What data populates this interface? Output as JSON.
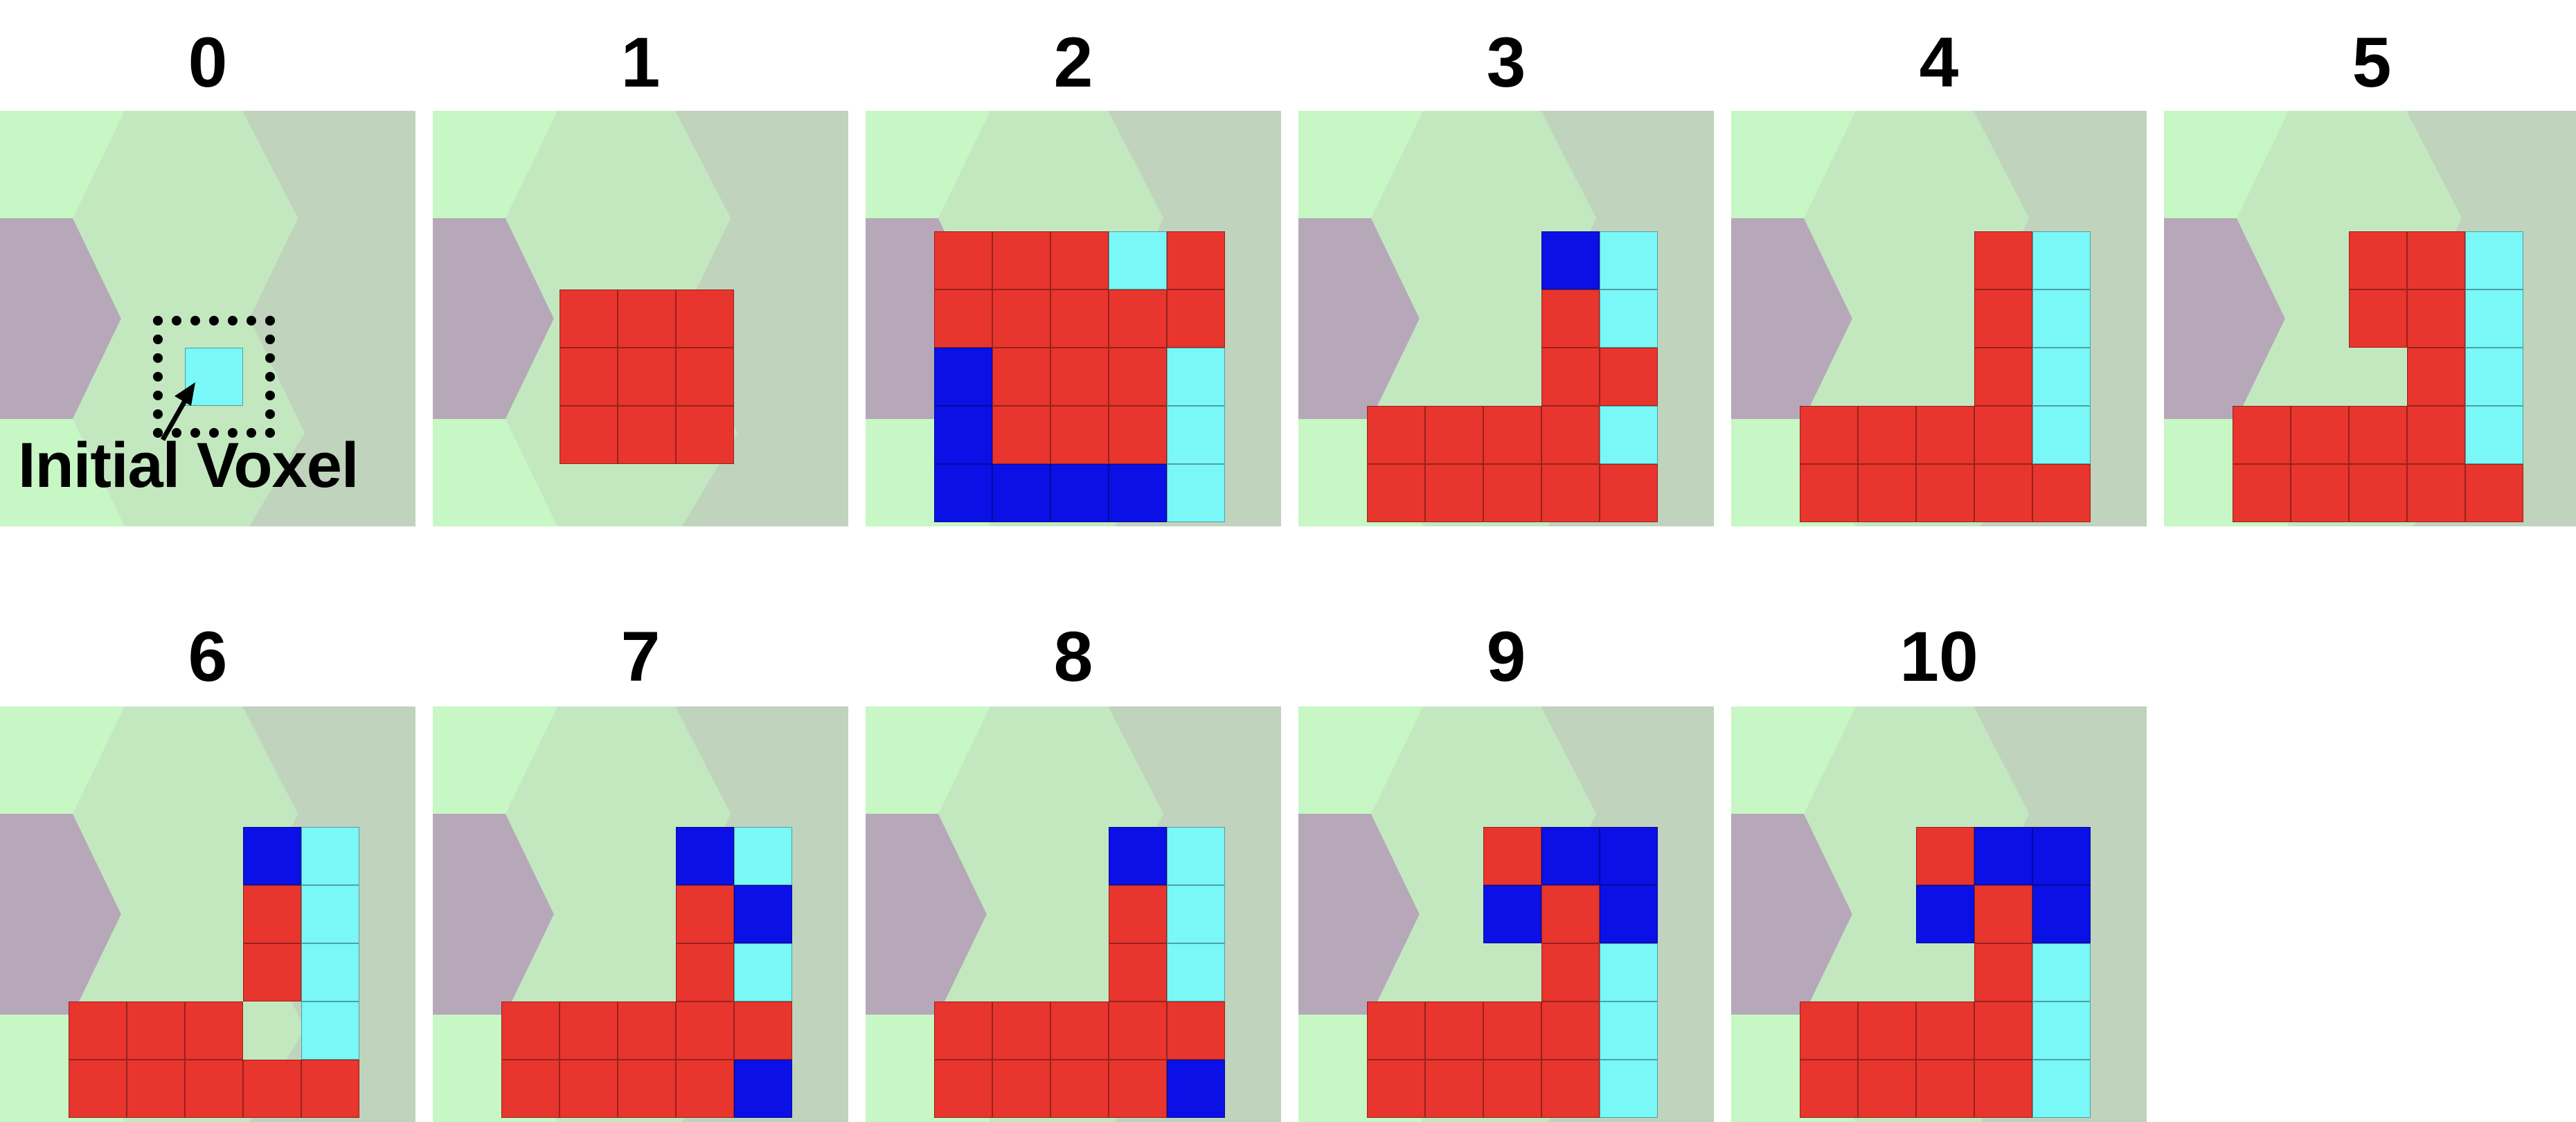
{
  "colors": {
    "red": "#e8352d",
    "cyan": "#7af7f7",
    "blue": "#0a10e6",
    "bg_light_green": "#c7f7c4",
    "bg_hex_center": "#c3e8c0",
    "bg_gray_green": "#c0d3bd",
    "bg_purple": "#b6a8b9"
  },
  "annotation": {
    "text": "Initial Voxel",
    "panel": 0
  },
  "panels": [
    {
      "label": "0",
      "cells": [
        [
          3,
          3,
          "c"
        ]
      ]
    },
    {
      "label": "1",
      "cells": [
        [
          2,
          2,
          "r"
        ],
        [
          3,
          2,
          "r"
        ],
        [
          4,
          2,
          "r"
        ],
        [
          2,
          3,
          "r"
        ],
        [
          3,
          3,
          "r"
        ],
        [
          4,
          3,
          "r"
        ],
        [
          2,
          4,
          "r"
        ],
        [
          3,
          4,
          "r"
        ],
        [
          4,
          4,
          "r"
        ]
      ]
    },
    {
      "label": "2",
      "cells": [
        [
          1,
          1,
          "r"
        ],
        [
          2,
          1,
          "r"
        ],
        [
          3,
          1,
          "r"
        ],
        [
          4,
          1,
          "c"
        ],
        [
          5,
          1,
          "r"
        ],
        [
          1,
          2,
          "r"
        ],
        [
          2,
          2,
          "r"
        ],
        [
          3,
          2,
          "r"
        ],
        [
          4,
          2,
          "r"
        ],
        [
          5,
          2,
          "r"
        ],
        [
          1,
          3,
          "b"
        ],
        [
          2,
          3,
          "r"
        ],
        [
          3,
          3,
          "r"
        ],
        [
          4,
          3,
          "r"
        ],
        [
          5,
          3,
          "c"
        ],
        [
          1,
          4,
          "b"
        ],
        [
          2,
          4,
          "r"
        ],
        [
          3,
          4,
          "r"
        ],
        [
          4,
          4,
          "r"
        ],
        [
          5,
          4,
          "c"
        ],
        [
          1,
          5,
          "b"
        ],
        [
          2,
          5,
          "b"
        ],
        [
          3,
          5,
          "b"
        ],
        [
          4,
          5,
          "b"
        ],
        [
          5,
          5,
          "c"
        ]
      ]
    },
    {
      "label": "3",
      "cells": [
        [
          4,
          1,
          "b"
        ],
        [
          5,
          1,
          "c"
        ],
        [
          4,
          2,
          "r"
        ],
        [
          5,
          2,
          "c"
        ],
        [
          4,
          3,
          "r"
        ],
        [
          5,
          3,
          "r"
        ],
        [
          1,
          4,
          "r"
        ],
        [
          2,
          4,
          "r"
        ],
        [
          3,
          4,
          "r"
        ],
        [
          4,
          4,
          "r"
        ],
        [
          5,
          4,
          "c"
        ],
        [
          1,
          5,
          "r"
        ],
        [
          2,
          5,
          "r"
        ],
        [
          3,
          5,
          "r"
        ],
        [
          4,
          5,
          "r"
        ],
        [
          5,
          5,
          "r"
        ]
      ]
    },
    {
      "label": "4",
      "cells": [
        [
          4,
          1,
          "r"
        ],
        [
          5,
          1,
          "c"
        ],
        [
          4,
          2,
          "r"
        ],
        [
          5,
          2,
          "c"
        ],
        [
          4,
          3,
          "r"
        ],
        [
          5,
          3,
          "c"
        ],
        [
          1,
          4,
          "r"
        ],
        [
          2,
          4,
          "r"
        ],
        [
          3,
          4,
          "r"
        ],
        [
          4,
          4,
          "r"
        ],
        [
          5,
          4,
          "c"
        ],
        [
          1,
          5,
          "r"
        ],
        [
          2,
          5,
          "r"
        ],
        [
          3,
          5,
          "r"
        ],
        [
          4,
          5,
          "r"
        ],
        [
          5,
          5,
          "r"
        ]
      ]
    },
    {
      "label": "5",
      "cells": [
        [
          3,
          1,
          "r"
        ],
        [
          4,
          1,
          "r"
        ],
        [
          5,
          1,
          "c"
        ],
        [
          3,
          2,
          "r"
        ],
        [
          4,
          2,
          "r"
        ],
        [
          5,
          2,
          "c"
        ],
        [
          4,
          3,
          "r"
        ],
        [
          5,
          3,
          "c"
        ],
        [
          1,
          4,
          "r"
        ],
        [
          2,
          4,
          "r"
        ],
        [
          3,
          4,
          "r"
        ],
        [
          4,
          4,
          "r"
        ],
        [
          5,
          4,
          "c"
        ],
        [
          1,
          5,
          "r"
        ],
        [
          2,
          5,
          "r"
        ],
        [
          3,
          5,
          "r"
        ],
        [
          4,
          5,
          "r"
        ],
        [
          5,
          5,
          "r"
        ]
      ]
    },
    {
      "label": "6",
      "cells": [
        [
          4,
          1,
          "b"
        ],
        [
          5,
          1,
          "c"
        ],
        [
          4,
          2,
          "r"
        ],
        [
          5,
          2,
          "c"
        ],
        [
          4,
          3,
          "r"
        ],
        [
          5,
          3,
          "c"
        ],
        [
          1,
          4,
          "r"
        ],
        [
          2,
          4,
          "r"
        ],
        [
          3,
          4,
          "r"
        ],
        [
          5,
          4,
          "c"
        ],
        [
          1,
          5,
          "r"
        ],
        [
          2,
          5,
          "r"
        ],
        [
          3,
          5,
          "r"
        ],
        [
          4,
          5,
          "r"
        ],
        [
          5,
          5,
          "r"
        ]
      ]
    },
    {
      "label": "7",
      "cells": [
        [
          4,
          1,
          "b"
        ],
        [
          5,
          1,
          "c"
        ],
        [
          4,
          2,
          "r"
        ],
        [
          5,
          2,
          "b"
        ],
        [
          4,
          3,
          "r"
        ],
        [
          5,
          3,
          "c"
        ],
        [
          1,
          4,
          "r"
        ],
        [
          2,
          4,
          "r"
        ],
        [
          3,
          4,
          "r"
        ],
        [
          4,
          4,
          "r"
        ],
        [
          5,
          4,
          "r"
        ],
        [
          1,
          5,
          "r"
        ],
        [
          2,
          5,
          "r"
        ],
        [
          3,
          5,
          "r"
        ],
        [
          4,
          5,
          "r"
        ],
        [
          5,
          5,
          "b"
        ]
      ]
    },
    {
      "label": "8",
      "cells": [
        [
          4,
          1,
          "b"
        ],
        [
          5,
          1,
          "c"
        ],
        [
          4,
          2,
          "r"
        ],
        [
          5,
          2,
          "c"
        ],
        [
          4,
          3,
          "r"
        ],
        [
          5,
          3,
          "c"
        ],
        [
          1,
          4,
          "r"
        ],
        [
          2,
          4,
          "r"
        ],
        [
          3,
          4,
          "r"
        ],
        [
          4,
          4,
          "r"
        ],
        [
          5,
          4,
          "r"
        ],
        [
          1,
          5,
          "r"
        ],
        [
          2,
          5,
          "r"
        ],
        [
          3,
          5,
          "r"
        ],
        [
          4,
          5,
          "r"
        ],
        [
          5,
          5,
          "b"
        ]
      ]
    },
    {
      "label": "9",
      "cells": [
        [
          3,
          1,
          "r"
        ],
        [
          4,
          1,
          "b"
        ],
        [
          5,
          1,
          "b"
        ],
        [
          3,
          2,
          "b"
        ],
        [
          4,
          2,
          "r"
        ],
        [
          5,
          2,
          "b"
        ],
        [
          4,
          3,
          "r"
        ],
        [
          5,
          3,
          "c"
        ],
        [
          1,
          4,
          "r"
        ],
        [
          2,
          4,
          "r"
        ],
        [
          3,
          4,
          "r"
        ],
        [
          4,
          4,
          "r"
        ],
        [
          5,
          4,
          "c"
        ],
        [
          1,
          5,
          "r"
        ],
        [
          2,
          5,
          "r"
        ],
        [
          3,
          5,
          "r"
        ],
        [
          4,
          5,
          "r"
        ],
        [
          5,
          5,
          "c"
        ]
      ]
    },
    {
      "label": "10",
      "cells": [
        [
          3,
          1,
          "r"
        ],
        [
          4,
          1,
          "b"
        ],
        [
          5,
          1,
          "b"
        ],
        [
          3,
          2,
          "b"
        ],
        [
          4,
          2,
          "r"
        ],
        [
          5,
          2,
          "b"
        ],
        [
          4,
          3,
          "r"
        ],
        [
          5,
          3,
          "c"
        ],
        [
          1,
          4,
          "r"
        ],
        [
          2,
          4,
          "r"
        ],
        [
          3,
          4,
          "r"
        ],
        [
          4,
          4,
          "r"
        ],
        [
          5,
          4,
          "c"
        ],
        [
          1,
          5,
          "r"
        ],
        [
          2,
          5,
          "r"
        ],
        [
          3,
          5,
          "r"
        ],
        [
          4,
          5,
          "r"
        ],
        [
          5,
          5,
          "c"
        ]
      ]
    }
  ]
}
